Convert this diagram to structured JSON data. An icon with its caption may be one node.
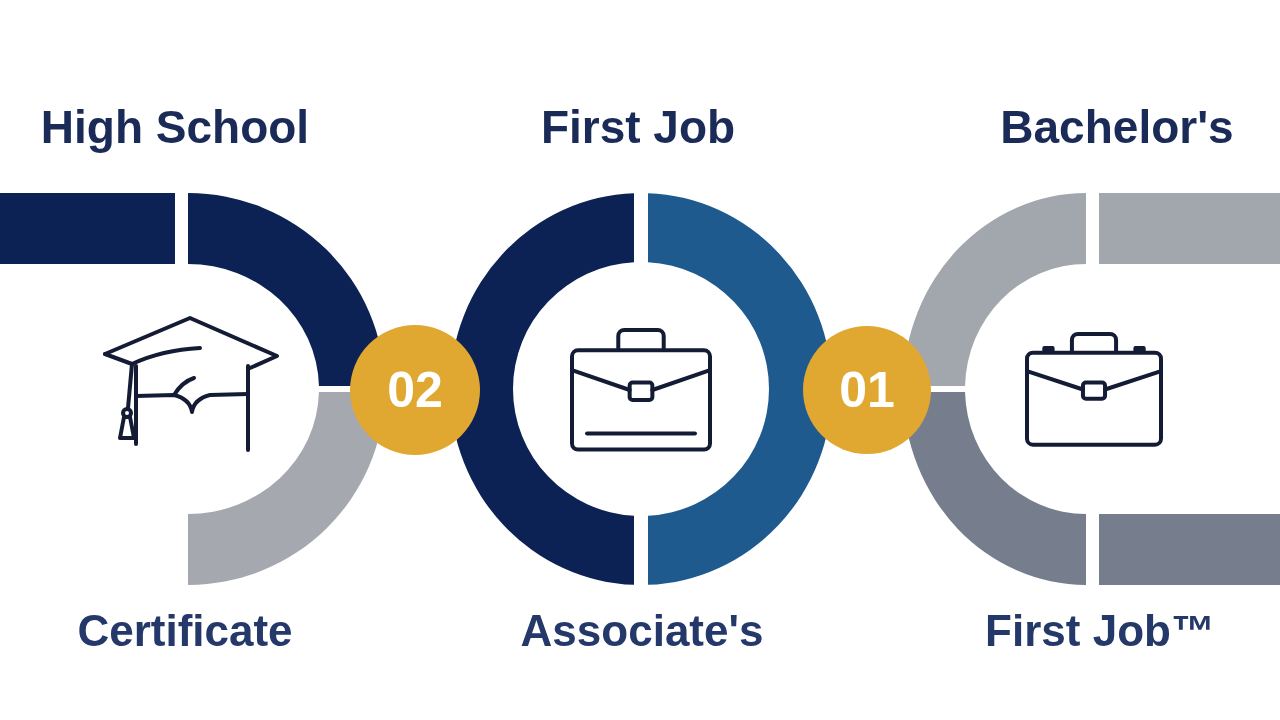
{
  "diagram": {
    "nodes": [
      {
        "text": [
          "High School",
          "Certificate"
        ]
      },
      {
        "text": [
          "02"
        ]
      },
      {
        "text": [
          "First Job",
          "Associate's"
        ]
      },
      {
        "text": [
          "01"
        ]
      },
      {
        "text": [
          "Bachelor's",
          "First Job™"
        ]
      }
    ]
  }
}
